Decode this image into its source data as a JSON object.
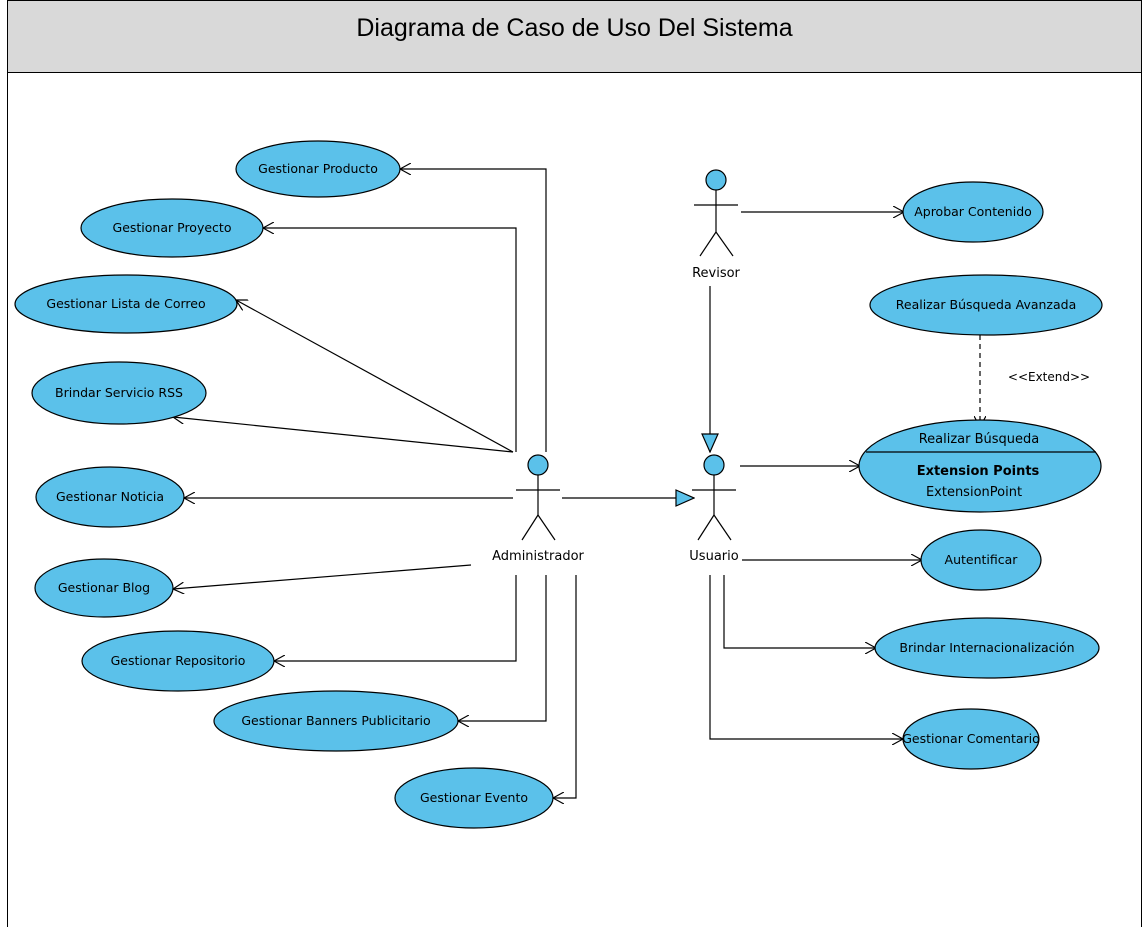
{
  "title": "Diagrama de Caso de Uso Del Sistema",
  "colors": {
    "usecase_fill": "#5bc1ea",
    "line": "#000000",
    "title_bg": "#d9d9d9"
  },
  "actors": {
    "revisor": "Revisor",
    "administrador": "Administrador",
    "usuario": "Usuario"
  },
  "use_cases": {
    "gestionar_producto": "Gestionar Producto",
    "gestionar_proyecto": "Gestionar Proyecto",
    "gestionar_lista_correo": "Gestionar Lista de Correo",
    "brindar_servicio_rss": "Brindar Servicio RSS",
    "gestionar_noticia": "Gestionar Noticia",
    "gestionar_blog": "Gestionar Blog",
    "gestionar_repositorio": "Gestionar Repositorio",
    "gestionar_banners": "Gestionar Banners Publicitario",
    "gestionar_evento": "Gestionar Evento",
    "aprobar_contenido": "Aprobar Contenido",
    "busqueda_avanzada": "Realizar Búsqueda Avanzada",
    "realizar_busqueda": "Realizar Búsqueda",
    "extension_points_header": "Extension Points",
    "extension_point": "ExtensionPoint",
    "autentificar": "Autentificar",
    "internacionalizacion": "Brindar Internacionalización",
    "gestionar_comentario": "Gestionar Comentario"
  },
  "relations": {
    "extend_label": "<<Extend>>"
  }
}
